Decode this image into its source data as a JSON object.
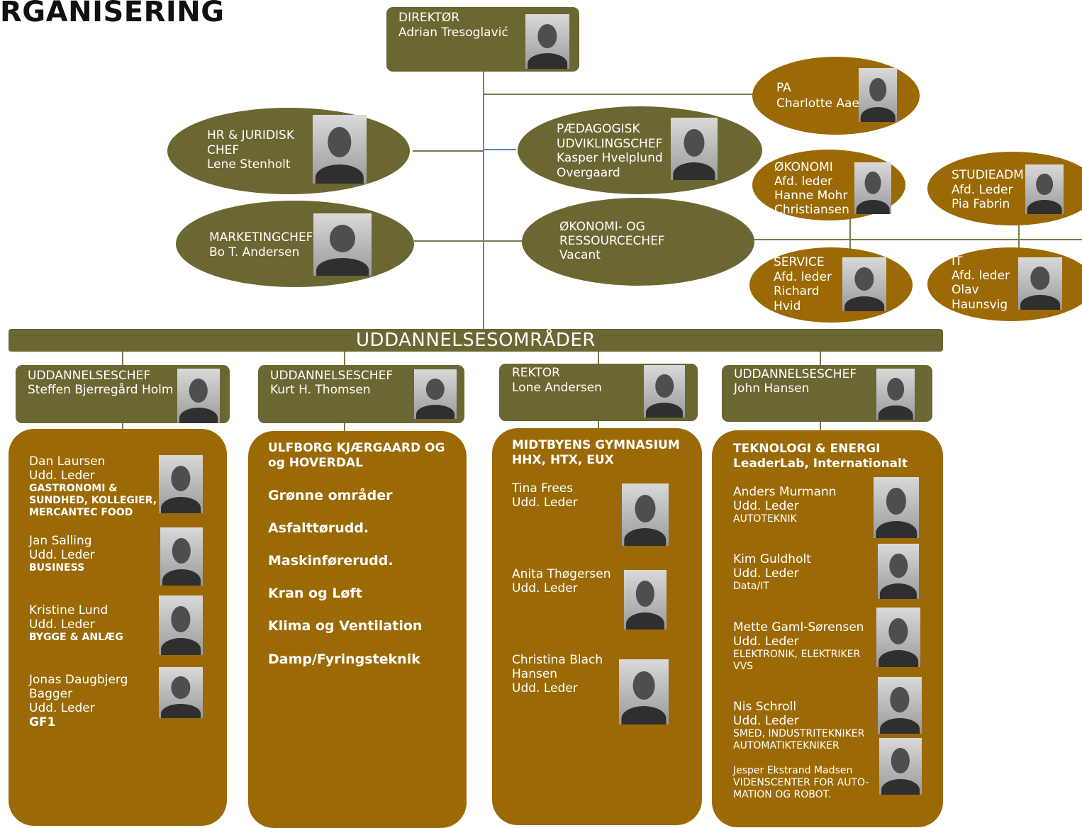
{
  "title": "RGANISERING",
  "director": {
    "role": "DIREKTØR",
    "name": "Adrian Tresoglavić"
  },
  "pa": {
    "role": "PA",
    "name": "Charlotte Aaen"
  },
  "hr": {
    "line1": "HR & JURIDISK",
    "line2": "CHEF",
    "name": "Lene Stenholt"
  },
  "paed": {
    "line1": "PÆDAGOGISK",
    "line2": "UDVIKLINGSCHEF",
    "line3": "Kasper Hvelplund",
    "line4": "Overgaard"
  },
  "okonomi_afd": {
    "line1": "ØKONOMI",
    "line2": "Afd. leder",
    "line3": "Hanne Mohr",
    "line4": "Christiansen"
  },
  "studieadm": {
    "line1": "STUDIEADM",
    "line2": "Afd. Leder",
    "line3": "Pia Fabrin"
  },
  "marketing": {
    "line1": "MARKETINGCHEF",
    "line2": "Bo T. Andersen"
  },
  "okonomi_chef": {
    "line1": "ØKONOMI- OG",
    "line2": "RESSOURCECHEF",
    "line3": "Vacant"
  },
  "service": {
    "line1": "SERVICE",
    "line2": "Afd. leder",
    "line3": "Richard",
    "line4": "Hvid"
  },
  "it": {
    "line1": "IT",
    "line2": "Afd. leder",
    "line3": "Olav",
    "line4": "Haunsvig"
  },
  "bar": "UDDANNELSESOMRÅDER",
  "heads": [
    {
      "role": "UDDANNELSESCHEF",
      "name": "Steffen Bjerregård Holm"
    },
    {
      "role": "UDDANNELSESCHEF",
      "name": "Kurt H. Thomsen"
    },
    {
      "role": "REKTOR",
      "name": "Lone Andersen"
    },
    {
      "role": "UDDANNELSESCHEF",
      "name": "John Hansen"
    }
  ],
  "col1": [
    {
      "name": "Dan Laursen",
      "title": "Udd. Leder",
      "sub1": "GASTRONOMI &",
      "sub2": "SUNDHED, KOLLEGIER,",
      "sub3": "MERCANTEC FOOD"
    },
    {
      "name": "Jan Salling",
      "title": "Udd. Leder",
      "sub1": "BUSINESS"
    },
    {
      "name": "Kristine Lund",
      "title": "Udd. Leder",
      "sub1": "BYGGE & ANLÆG"
    },
    {
      "name": "Jonas Daugbjerg",
      "name2": "Bagger",
      "title": "Udd. Leder",
      "sub1": "GF1"
    }
  ],
  "col2": {
    "head1": "ULFBORG KJÆRGAARD OG",
    "head2": "og HOVERDAL",
    "items": [
      "Grønne områder",
      "Asfalttørudd.",
      "Maskinførerudd.",
      "Kran og Løft",
      "Klima og Ventilation",
      "Damp/Fyringsteknik"
    ]
  },
  "col3": {
    "head1": "MIDTBYENS GYMNASIUM",
    "head2": "HHX, HTX, EUX",
    "people": [
      {
        "name": "Tina Frees",
        "title": "Udd. Leder"
      },
      {
        "name": "Anita Thøgersen",
        "title": "Udd. Leder"
      },
      {
        "name": "Christina Blach",
        "name2": "Hansen",
        "title": "Udd. Leder"
      }
    ]
  },
  "col4": {
    "head1": "TEKNOLOGI & ENERGI",
    "head2": "LeaderLab, Internationalt",
    "people": [
      {
        "name": "Anders Murmann",
        "title": "Udd. Leder",
        "sub1": "AUTOTEKNIK"
      },
      {
        "name": "Kim Guldholt",
        "title": "Udd. Leder",
        "sub1": "Data/IT"
      },
      {
        "name": "Mette Gaml-Sørensen",
        "title": "Udd. Leder",
        "sub1": "ELEKTRONIK, ELEKTRIKER",
        "sub2": "VVS"
      },
      {
        "name": "Nis Schroll",
        "title": "Udd. Leder",
        "sub1": "SMED, INDUSTRITEKNIKER",
        "sub2": "AUTOMATIKTEKNIKER"
      },
      {
        "name": "Jesper Ekstrand Madsen",
        "sub1": "VIDENSCENTER FOR AUTO-",
        "sub2": "MATION OG ROBOT."
      }
    ]
  },
  "colors": {
    "olive": "#6b6732",
    "brown": "#9b6a06",
    "connector": "#5b84c4"
  }
}
